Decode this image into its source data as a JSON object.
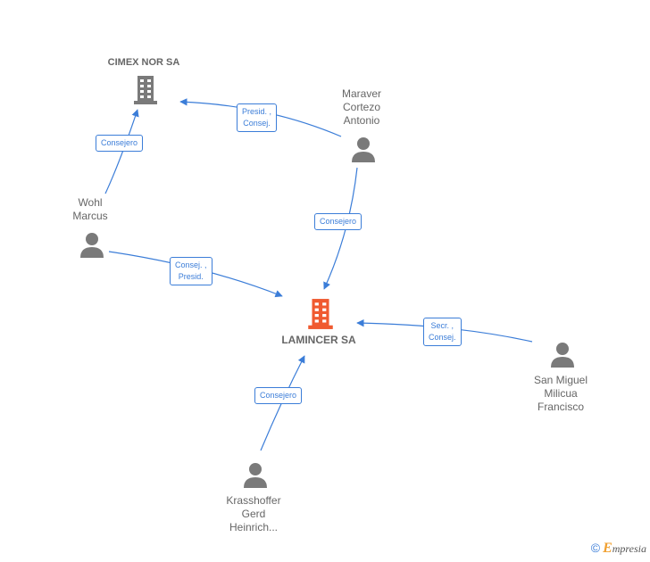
{
  "colors": {
    "edge": "#3b7dd8",
    "person": "#7a7a7a",
    "company_main": "#f05a30",
    "company_other": "#7a7a7a"
  },
  "companies": {
    "main": {
      "name": "LAMINCER SA",
      "icon": "building-icon"
    },
    "other": {
      "name": "CIMEX NOR SA",
      "icon": "building-icon"
    }
  },
  "persons": {
    "maraver": {
      "name": "Maraver\nCortezo\nAntonio",
      "icon": "person-icon"
    },
    "wohl": {
      "name": "Wohl\nMarcus",
      "icon": "person-icon"
    },
    "sanmiguel": {
      "name": "San Miguel\nMilicua\nFrancisco",
      "icon": "person-icon"
    },
    "krasshoffer": {
      "name": "Krasshoffer\nGerd\nHeinrich...",
      "icon": "person-icon"
    }
  },
  "edges": {
    "wohl_cimex": "Consejero",
    "maraver_cimex": "Presid. ,\nConsej.",
    "maraver_lamincer": "Consejero",
    "wohl_lamincer": "Consej. ,\nPresid.",
    "sanmiguel_lamincer": "Secr. ,\nConsej.",
    "krasshoffer_lamincer": "Consejero"
  },
  "footer": {
    "copyright": "©",
    "brand_initial": "E",
    "brand_rest": "mpresia"
  }
}
